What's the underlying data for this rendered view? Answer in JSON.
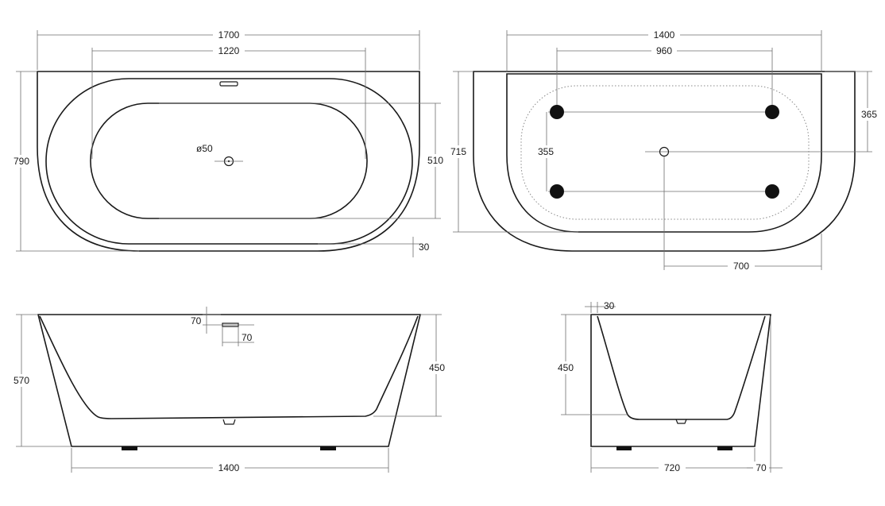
{
  "top_view": {
    "overall_length": "1700",
    "bowl_length": "1220",
    "overall_width": "790",
    "bowl_width": "510",
    "rim_step": "30",
    "drain_diameter": "ø50"
  },
  "bottom_view": {
    "back_length": "1400",
    "foot_spacing_x": "960",
    "overall_depth": "715",
    "foot_spacing_y": "355",
    "drain_offset": "365",
    "drain_to_end": "700"
  },
  "front_view": {
    "overflow_drop": "70",
    "overflow_width": "70",
    "total_height": "570",
    "inner_depth": "450",
    "base_length": "1400"
  },
  "side_view": {
    "wall_thickness": "30",
    "inner_depth": "450",
    "base_width": "720",
    "foot_offset": "70"
  },
  "colors": {
    "line": "#1a1a1a",
    "dimension": "#6e6e6e",
    "foot": "#111111"
  }
}
